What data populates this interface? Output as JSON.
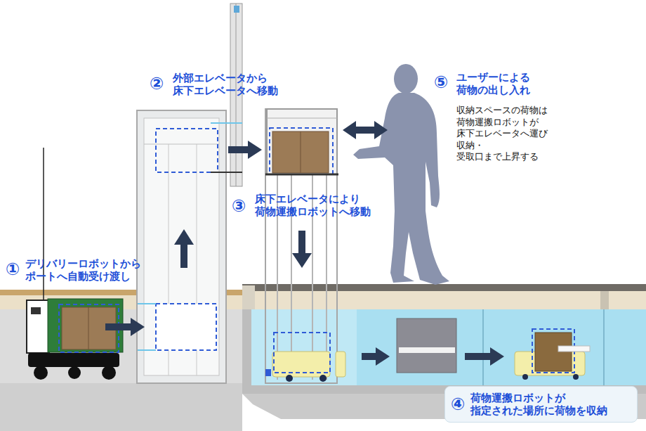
{
  "diagram": {
    "nodes": [
      {
        "text": [
          "④",
          "荷物運搬ロボットが 指定された場所に荷物を収納"
        ]
      }
    ],
    "labels": [
      "①",
      "デリバリーロボットから ポートへ自動受け渡し",
      "②",
      "外部エレベータから 床下エレベータへ移動",
      "③",
      "床下エレベータにより 荷物運搬ロボットへ移動",
      "⑤",
      "ユーザーによる 荷物の出し入れ",
      "収納スペースの荷物は 荷物運搬ロボットが 床下エレベータへ運び 収納・受取口まで上昇する"
    ]
  }
}
